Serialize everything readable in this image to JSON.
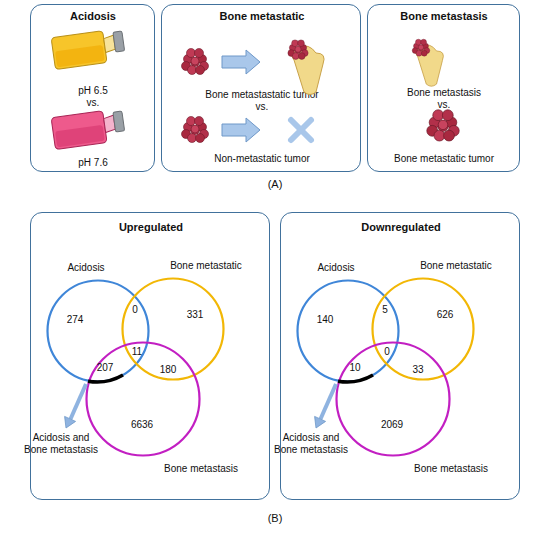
{
  "diagram": {
    "nodes": [
      {
        "text": [
          "Acidosis",
          "pH 6.5 vs.",
          "pH 7.6"
        ]
      },
      {
        "text": [
          "Bone metastatic",
          "Bone metastastatic tumor vs.",
          "Non-metastatic tumor"
        ]
      },
      {
        "text": [
          "Bone metastasis",
          "Bone metastasis vs.",
          "Bone metastatic tumor"
        ]
      },
      {
        "text": [
          "Upregulated"
        ]
      },
      {
        "text": [
          "Acidosis"
        ],
        "in": 3
      },
      {
        "text": [
          "Bone metastatic"
        ],
        "in": 3
      },
      {
        "text": [
          "Bone metastasis"
        ],
        "in": 3
      },
      {
        "text": [
          "Downregulated"
        ]
      },
      {
        "text": [
          "Acidosis"
        ],
        "in": 7
      },
      {
        "text": [
          "Bone metastatic"
        ],
        "in": 7
      },
      {
        "text": [
          "Bone metastasis"
        ],
        "in": 7
      }
    ],
    "labels": [
      "(A)",
      "274",
      "0",
      "331",
      "207",
      "11",
      "180",
      "6636",
      "Acidosis and Bone metastasis",
      "140",
      "5",
      "626",
      "10",
      "0",
      "33",
      "2069",
      "Acidosis and Bone metastasis",
      "(B)"
    ]
  }
}
